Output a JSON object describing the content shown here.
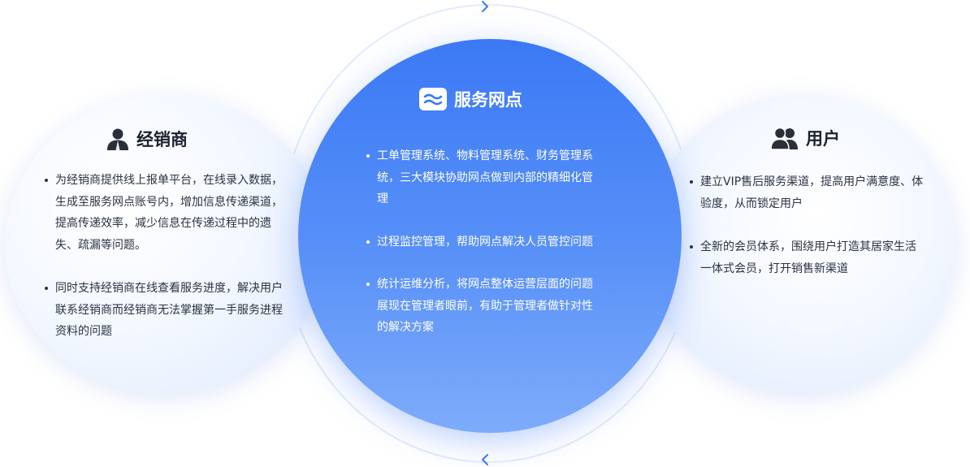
{
  "left": {
    "title": "经销商",
    "icon": "person-icon",
    "items": [
      "为经销商提供线上报单平台，在线录入数据，生成至服务网点账号内，增加信息传递渠道，提高传递效率，减少信息在传递过程中的遗失、疏漏等问题。",
      "同时支持经销商在线查看服务进度，解决用户联系经销商而经销商无法掌握第一手服务进程资料的问题"
    ]
  },
  "center": {
    "title": "服务网点",
    "icon": "store-icon",
    "items": [
      "工单管理系统、物料管理系统、财务管理系统，三大模块协助网点做到内部的精细化管理",
      "过程监控管理，帮助网点解决人员管控问题",
      "统计运维分析，将网点整体运营层面的问题展现在管理者眼前，有助于管理者做针对性的解决方案"
    ]
  },
  "right": {
    "title": "用户",
    "icon": "users-icon",
    "items": [
      "建立VIP售后服务渠道，提高用户满意度、体验度，从而锁定用户",
      "全新的会员体系，围绕用户打造其居家生活一体式会员，打开销售新渠道"
    ]
  },
  "colors": {
    "accent": "#3b79f5",
    "text": "#2b3342",
    "title": "#1c2330"
  }
}
